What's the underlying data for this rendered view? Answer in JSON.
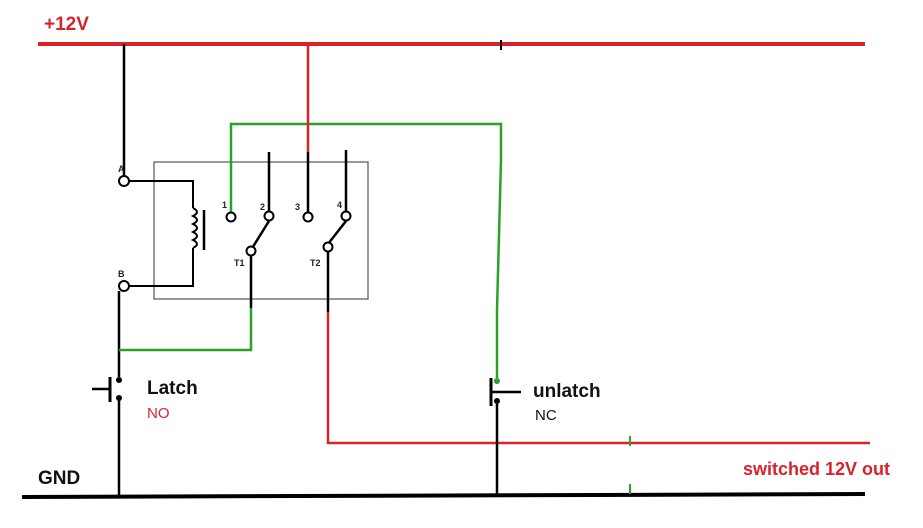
{
  "rails": {
    "supply_label": "+12V",
    "ground_label": "GND",
    "output_label": "switched 12V out"
  },
  "relay": {
    "coil_terminal_a": "A",
    "coil_terminal_b": "B",
    "contact_1": "1",
    "contact_2": "2",
    "contact_3": "3",
    "contact_4": "4",
    "throw_1": "T1",
    "throw_2": "T2"
  },
  "switches": {
    "latch_label": "Latch",
    "latch_type": "NO",
    "unlatch_label": "unlatch",
    "unlatch_type": "NC"
  },
  "colors": {
    "supply_wire": "#d9232a",
    "ground_wire": "#000000",
    "control_wire": "#2aa12a",
    "output_text": "#d9232a",
    "relay_box": "#555555"
  }
}
